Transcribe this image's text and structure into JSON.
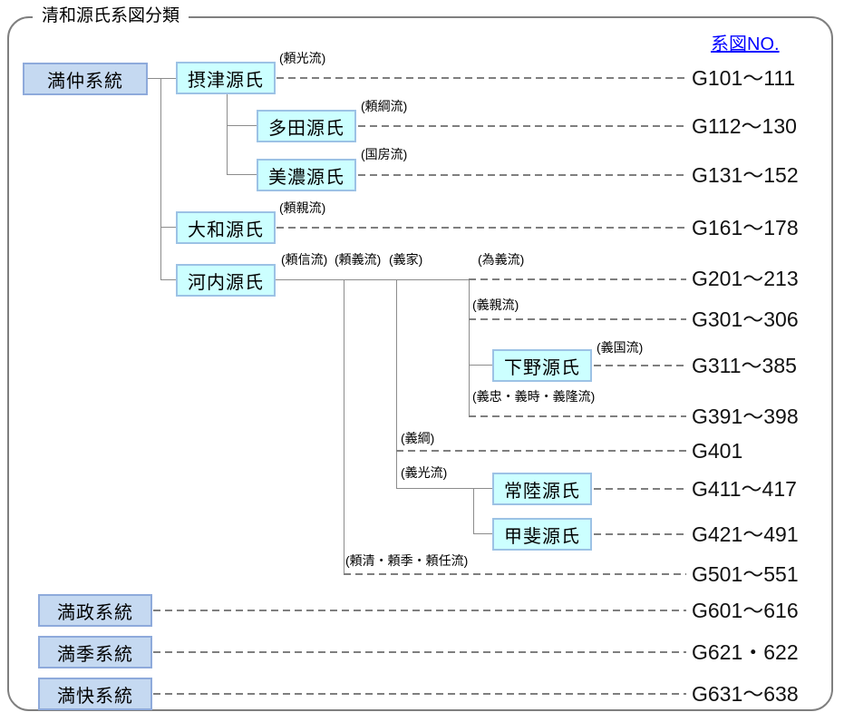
{
  "title": "清和源氏系図分類",
  "header": {
    "no_label": "系図NO."
  },
  "colors": {
    "link_blue": "#0000ff",
    "lineage_box_fill": "#c5d9f1",
    "lineage_box_border": "#8eaadb",
    "clan_box_fill": "#ccffff",
    "clan_box_border": "#9cc2e5",
    "line_gray": "#7f7f7f"
  },
  "boxes": {
    "manju": {
      "label": "満仲系統"
    },
    "settsu": {
      "label": "摂津源氏"
    },
    "tada": {
      "label": "多田源氏"
    },
    "mino": {
      "label": "美濃源氏"
    },
    "yamato": {
      "label": "大和源氏"
    },
    "kawachi": {
      "label": "河内源氏"
    },
    "shimotsuke": {
      "label": "下野源氏"
    },
    "hitachi": {
      "label": "常陸源氏"
    },
    "kai": {
      "label": "甲斐源氏"
    },
    "mitsumasa": {
      "label": "満政系統"
    },
    "mitsusue": {
      "label": "満季系統"
    },
    "mitsuyoshi": {
      "label": "満快系統"
    }
  },
  "annotations": {
    "yorimitsu": "(頼光流)",
    "yoritsuna": "(頼綱流)",
    "kunifusa": "(国房流)",
    "yorichika": "(頼親流)",
    "yorinobu": "(頼信流)",
    "yoriyoshi": "(頼義流)",
    "yoshiie": "(義家)",
    "tameyoshi": "(為義流)",
    "yoshichika": "(義親流)",
    "yoshikuni": "(義国流)",
    "yoshitada": "(義忠・義時・義隆流)",
    "yoshitsuna": "(義綱)",
    "yoshimitsu": "(義光流)",
    "yorikiyo": "(頼清・頼季・頼任流)"
  },
  "gnumbers": [
    "G101～111",
    "G112～130",
    "G131～152",
    "G161～178",
    "G201～213",
    "G301～306",
    "G311～385",
    "G391～398",
    "G401",
    "G411～417",
    "G421～491",
    "G501～551",
    "G601～616",
    "G621・622",
    "G631～638"
  ]
}
